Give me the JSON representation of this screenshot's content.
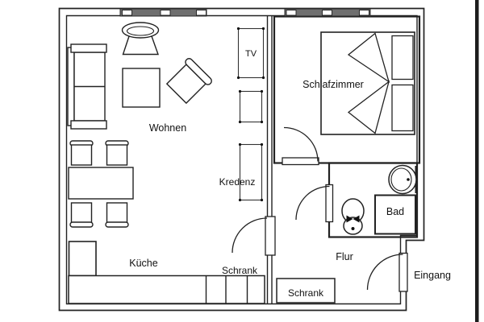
{
  "plan": {
    "type": "floor-plan",
    "colors": {
      "background": "#ffffff",
      "line": "#222222",
      "window_fill": "#6f6f6f",
      "photo_border": "#1c1c1c"
    },
    "labels": {
      "living": "Wohnen",
      "bedroom": "Schlafzimmer",
      "kitchen": "Küche",
      "hall": "Flur",
      "bath": "Bad",
      "entrance": "Eingang",
      "credenza": "Kredenz",
      "tv": "TV",
      "wardrobe_kitchen": "Schrank",
      "wardrobe_hall": "Schrank"
    }
  }
}
